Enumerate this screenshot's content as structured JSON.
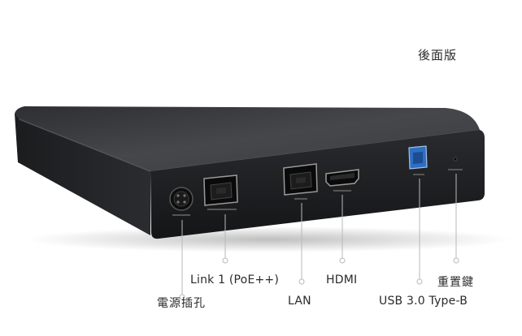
{
  "view_title": "後面版",
  "callouts": {
    "link1": "Link 1 (PoE++)",
    "hdmi": "HDMI",
    "reset": "重置鍵",
    "dc_in": "電源插孔",
    "lan": "LAN",
    "usb": "USB 3.0 Type-B"
  },
  "colors": {
    "body_top": "#3c3d40",
    "body_front": "#1f2023",
    "usb_port": "#2f6fc2",
    "leader_line": "#b9b9b9"
  }
}
